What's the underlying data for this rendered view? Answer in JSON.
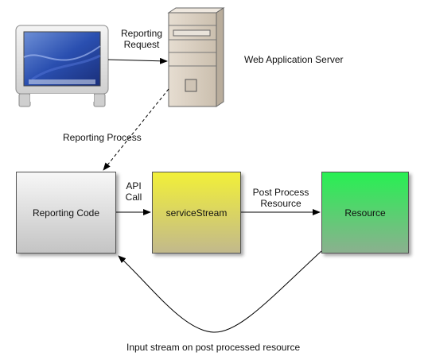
{
  "labels": {
    "reporting_request_line1": "Reporting",
    "reporting_request_line2": "Request",
    "web_application_server": "Web Application Server",
    "reporting_process": "Reporting Process",
    "api_call_line1": "API",
    "api_call_line2": "Call",
    "post_process_line1": "Post Process",
    "post_process_line2": "Resource",
    "input_stream": "Input stream on post processed resource"
  },
  "nodes": {
    "reporting_code": "Reporting Code",
    "service_stream": "serviceStream",
    "resource": "Resource"
  },
  "colors": {
    "reporting_code_top": "#f7f7f7",
    "reporting_code_bottom": "#c4c4c4",
    "service_stream_top": "#f2f038",
    "service_stream_bottom": "#c2b98c",
    "resource_top": "#27f052",
    "resource_bottom": "#8bb08f",
    "server_body": "#ddd3c6",
    "arrow": "#000000"
  },
  "icons": {
    "computer": "desktop-monitor-icon",
    "server": "tower-server-icon"
  }
}
